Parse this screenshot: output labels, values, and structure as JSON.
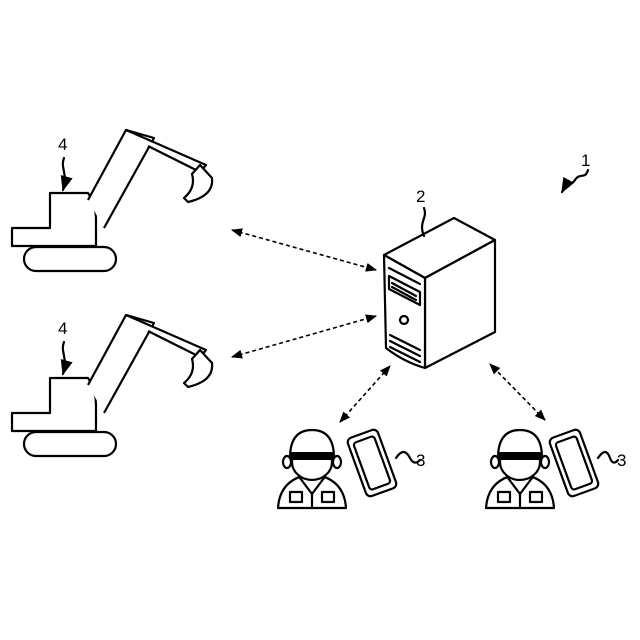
{
  "diagram": {
    "system_ref": "1",
    "server_ref": "2",
    "terminal_refs": [
      "3",
      "3"
    ],
    "machine_refs": [
      "4",
      "4"
    ]
  }
}
